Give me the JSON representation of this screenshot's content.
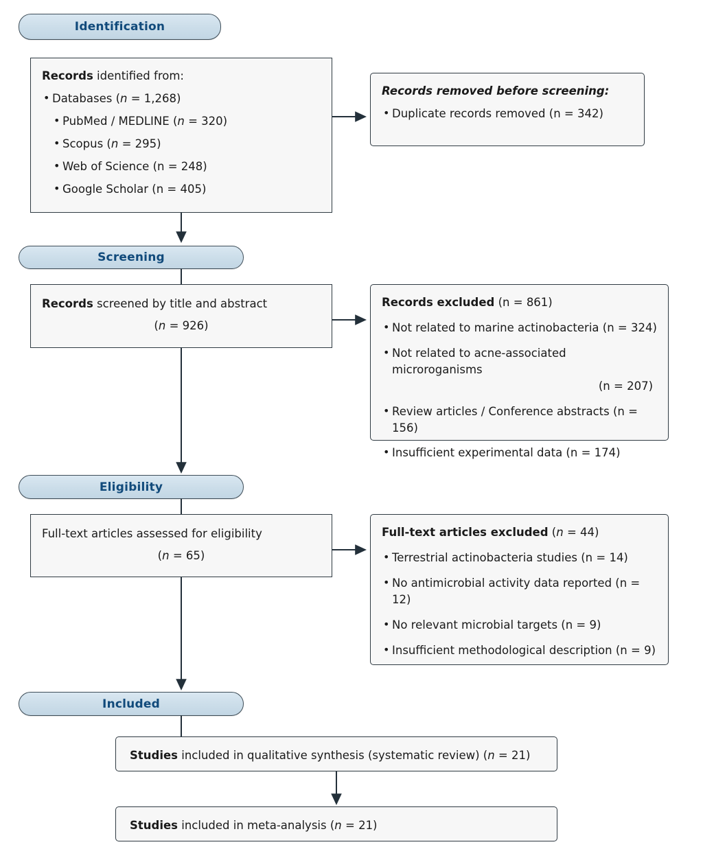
{
  "figure": {
    "type": "prisma-flow-diagram",
    "stages": [
      {
        "id": "identification",
        "label": "Identification"
      },
      {
        "id": "screening",
        "label": "Screening"
      },
      {
        "id": "eligibility",
        "label": "Eligibility"
      },
      {
        "id": "included",
        "label": "Included"
      }
    ],
    "colors": {
      "pill_fill": "#cfdfea",
      "pill_border": "#3d4c57",
      "pill_text": "#114a7b",
      "box_fill": "#f7f7f7",
      "box_border": "#2f3a42",
      "text": "#1a1a1a",
      "arrow": "#23303a"
    }
  },
  "identification_box": {
    "header_bold": "Records",
    "header_rest": " identified from:",
    "items": [
      {
        "level": 1,
        "text": "Databases (",
        "n_label": "n",
        "n_value": " = 1,268)"
      },
      {
        "level": 2,
        "text": "PubMed / MEDLINE (",
        "n_label": "n",
        "n_value": " = 320)"
      },
      {
        "level": 2,
        "text": "Scopus (",
        "n_label": "n",
        "n_value": " = 295)"
      },
      {
        "level": 2,
        "text": "Web of Science (",
        "n_label": "n",
        "n_value": " = 248)"
      },
      {
        "level": 2,
        "text": "Google Scholar (",
        "n_label": "n",
        "n_value": " = 405)"
      }
    ]
  },
  "removed_box": {
    "header": "Records removed before screening:",
    "items": [
      {
        "text": "Duplicate records removed (n = 342)"
      }
    ]
  },
  "screening_box": {
    "header_bold": "Records",
    "header_rest": " screened by title and abstract",
    "count_open": "(",
    "count_n": "n",
    "count_rest": " = 926)"
  },
  "records_excluded_box": {
    "header_bold": "Records excluded",
    "header_rest": " (n = 861)",
    "items": [
      {
        "text": "Not related to marine actinobacteria (n = 324)",
        "wrap": ""
      },
      {
        "text": "Not related to acne-associated microroganisms",
        "wrap": "(n = 207)"
      },
      {
        "text": "Review articles / Conference abstracts (n = 156)",
        "wrap": ""
      },
      {
        "text": "Insufficient experimental data (n = 174)",
        "wrap": ""
      }
    ]
  },
  "eligibility_box": {
    "header": "Full-text articles assessed for eligibility",
    "count_open": "(",
    "count_n": "n",
    "count_rest": " = 65)"
  },
  "fulltext_excluded_box": {
    "header_bold": "Full-text articles excluded",
    "header_open": " (",
    "header_n": "n",
    "header_rest": " = 44)",
    "items": [
      {
        "text": "Terrestrial actinobacteria studies (n = 14)"
      },
      {
        "text": "No antimicrobial activity data reported (n = 12)"
      },
      {
        "text": "No relevant microbial targets (n = 9)"
      },
      {
        "text": "Insufficient methodological description  (n = 9)"
      }
    ]
  },
  "included_box_1": {
    "bold": "Studies",
    "rest": " included in qualitative synthesis (systematic review) (",
    "n_label": "n",
    "n_value": " = 21)"
  },
  "included_box_2": {
    "bold": "Studies",
    "rest": " included in meta-analysis (",
    "n_label": "n",
    "n_value": " = 21)"
  },
  "chart_data": {
    "type": "table",
    "title": "PRISMA flow of records through the systematic review",
    "records": {
      "identified_total": 1268,
      "pubmed_medline": 320,
      "scopus": 295,
      "web_of_science": 248,
      "google_scholar": 405,
      "duplicates_removed": 342,
      "screened": 926,
      "excluded_at_screening": 861,
      "excluded_not_marine_actinobacteria": 324,
      "excluded_not_acne_microorganisms": 207,
      "excluded_review_conference": 156,
      "excluded_insufficient_experimental_data": 174,
      "fulltext_assessed": 65,
      "fulltext_excluded": 44,
      "excluded_terrestrial_actinobacteria": 14,
      "excluded_no_antimicrobial_data": 12,
      "excluded_no_relevant_targets": 9,
      "excluded_insufficient_methods": 9,
      "included_qualitative_synthesis": 21,
      "included_meta_analysis": 21
    }
  }
}
